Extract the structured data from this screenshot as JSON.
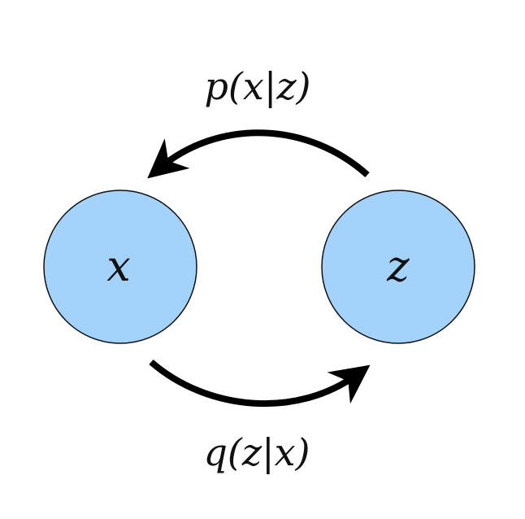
{
  "nodes": {
    "x": {
      "label": "x"
    },
    "z": {
      "label": "z"
    }
  },
  "edges": {
    "top": {
      "label": "p(x|z)",
      "from": "z",
      "to": "x"
    },
    "bottom": {
      "label": "q(z|x)",
      "from": "x",
      "to": "z"
    }
  },
  "colors": {
    "node_fill": "#a3d2fa",
    "node_stroke": "#111111",
    "arrow": "#000000",
    "text": "#111111"
  }
}
